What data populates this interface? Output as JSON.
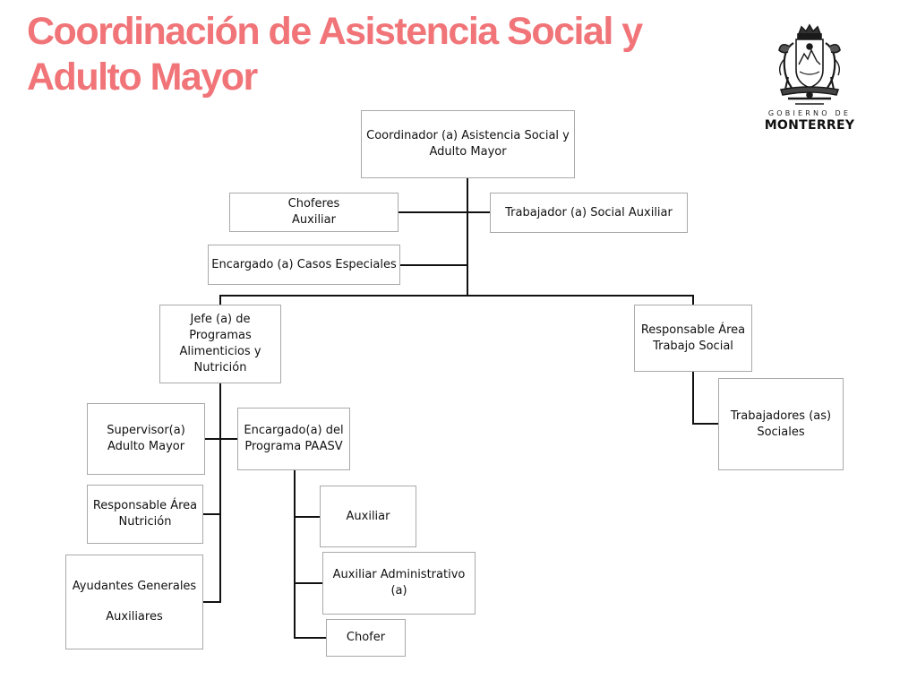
{
  "title": {
    "line1": "Coordinación de Asistencia Social y",
    "line2": "Adulto Mayor"
  },
  "logo": {
    "emblem": "coat-of-arms",
    "subtitle": "GOBIERNO DE",
    "city": "MONTERREY"
  },
  "org_chart": {
    "coordinator": "Coordinador (a) Asistencia Social y Adulto Mayor",
    "choferes": {
      "line1": "Choferes",
      "line2": "Auxiliar"
    },
    "trabajador_social_aux": "Trabajador (a) Social Auxiliar",
    "casos_especiales": "Encargado (a) Casos Especiales",
    "jefe_programas": "Jefe (a) de Programas Alimenticios y Nutrición",
    "responsable_trabajo_social": "Responsable Área Trabajo Social",
    "trabajadores_sociales": "Trabajadores (as) Sociales",
    "supervisor_adulto_mayor": "Supervisor(a) Adulto Mayor",
    "encargado_paasv": "Encargado(a) del Programa PAASV",
    "responsable_nutricion": "Responsable Área Nutrición",
    "ayudantes": {
      "line1": "Ayudantes Generales",
      "line2": "Auxiliares"
    },
    "auxiliar": "Auxiliar",
    "auxiliar_administrativo": "Auxiliar  Administrativo (a)",
    "chofer": "Chofer"
  }
}
